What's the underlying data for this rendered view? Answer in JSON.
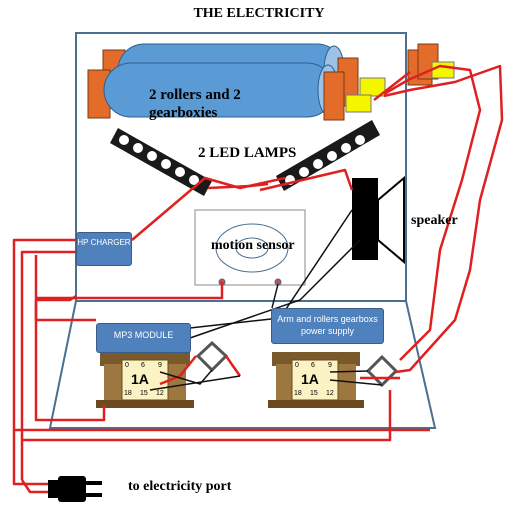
{
  "title": "THE ELECTRICITY",
  "labels": {
    "rollers": "2 rollers and 2 gearboxies",
    "led_lamps": "2 LED LAMPS",
    "motion_sensor": "motion sensor",
    "speaker": "speaker",
    "electricity_port": "to electricity port",
    "hp_charger": "HP CHARGER",
    "mp3_module": "MP3 MODULE",
    "arm_power": "Arm and rollers gearboxs power supply"
  },
  "transformers": [
    {
      "rating": "1A",
      "taps_top": [
        "0",
        "6",
        "9"
      ],
      "taps_bottom": [
        "18",
        "15",
        "12"
      ]
    },
    {
      "rating": "1A",
      "taps_top": [
        "0",
        "6",
        "9"
      ],
      "taps_bottom": [
        "18",
        "15",
        "12"
      ]
    }
  ],
  "colors": {
    "panel_border": "#4a6f8f",
    "wire_red": "#e02020",
    "wire_black": "#111111",
    "box_blue": "#4f81bd",
    "roller_blue": "#5b9bd5",
    "gearbox_orange": "#e36c2b",
    "shaft_yellow": "#f5f500",
    "transformer_brown": "#8b6a3a"
  }
}
